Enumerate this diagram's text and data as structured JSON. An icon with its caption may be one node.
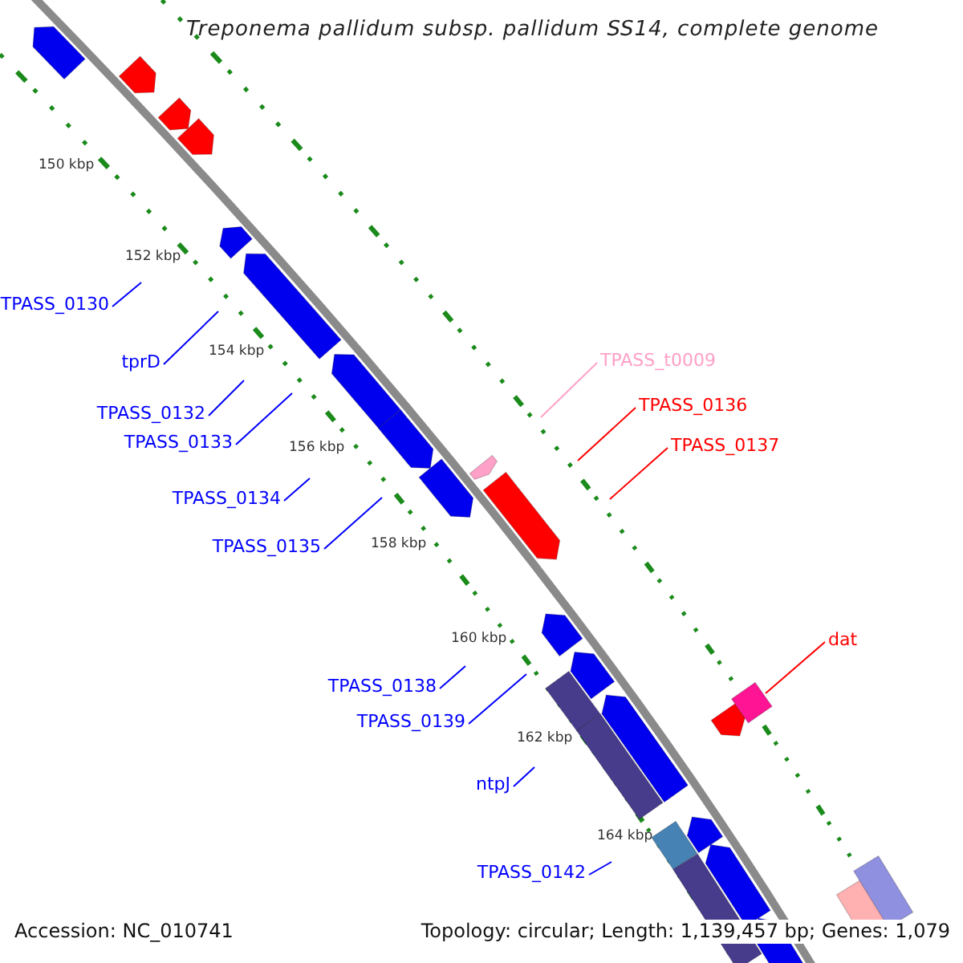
{
  "diagram": {
    "title": "Treponema pallidum subsp. pallidum SS14, complete genome",
    "nodes": [
      {
        "text": [
          "TPASS_0130"
        ]
      },
      {
        "text": [
          "tprD"
        ]
      },
      {
        "text": [
          "TPASS_t0009"
        ]
      },
      {
        "text": [
          "TPASS_0136"
        ]
      },
      {
        "text": [
          "TPASS_0132"
        ]
      },
      {
        "text": [
          "TPASS_0133"
        ]
      },
      {
        "text": [
          "TPASS_0137"
        ]
      },
      {
        "text": [
          "TPASS_0134"
        ]
      },
      {
        "text": [
          "TPASS_0135"
        ]
      },
      {
        "text": [
          "dat"
        ]
      },
      {
        "text": [
          "TPASS_0138"
        ]
      },
      {
        "text": [
          "TPASS_0139"
        ]
      },
      {
        "text": [
          "ntpJ"
        ]
      },
      {
        "text": [
          "TPASS_0142"
        ]
      }
    ],
    "edges": [
      {
        "from": 0,
        "to": null,
        "arrow": "none"
      },
      {
        "from": 1,
        "to": null,
        "arrow": "none"
      },
      {
        "from": 2,
        "to": null,
        "arrow": "none",
        "color": "#ffa0c8"
      },
      {
        "from": 3,
        "to": null,
        "arrow": "none",
        "color": "#ff0000"
      },
      {
        "from": 4,
        "to": null,
        "arrow": "none"
      },
      {
        "from": 5,
        "to": null,
        "arrow": "none"
      },
      {
        "from": 6,
        "to": null,
        "arrow": "none",
        "color": "#ff0000"
      },
      {
        "from": 7,
        "to": null,
        "arrow": "none"
      },
      {
        "from": 8,
        "to": null,
        "arrow": "none"
      },
      {
        "from": 9,
        "to": null,
        "arrow": "none",
        "color": "#ff0000"
      },
      {
        "from": 10,
        "to": null,
        "arrow": "none"
      },
      {
        "from": 11,
        "to": null,
        "arrow": "none"
      },
      {
        "from": 12,
        "to": null,
        "arrow": "none"
      },
      {
        "from": 13,
        "to": null,
        "arrow": "none"
      }
    ],
    "labels": [
      "150 kbp",
      "152 kbp",
      "154 kbp",
      "156 kbp",
      "158 kbp",
      "160 kbp",
      "162 kbp",
      "164 kbp",
      "Accession: NC_010741",
      "Topology: circular; Length: 1,139,457 bp; Genes: 1,079"
    ]
  }
}
